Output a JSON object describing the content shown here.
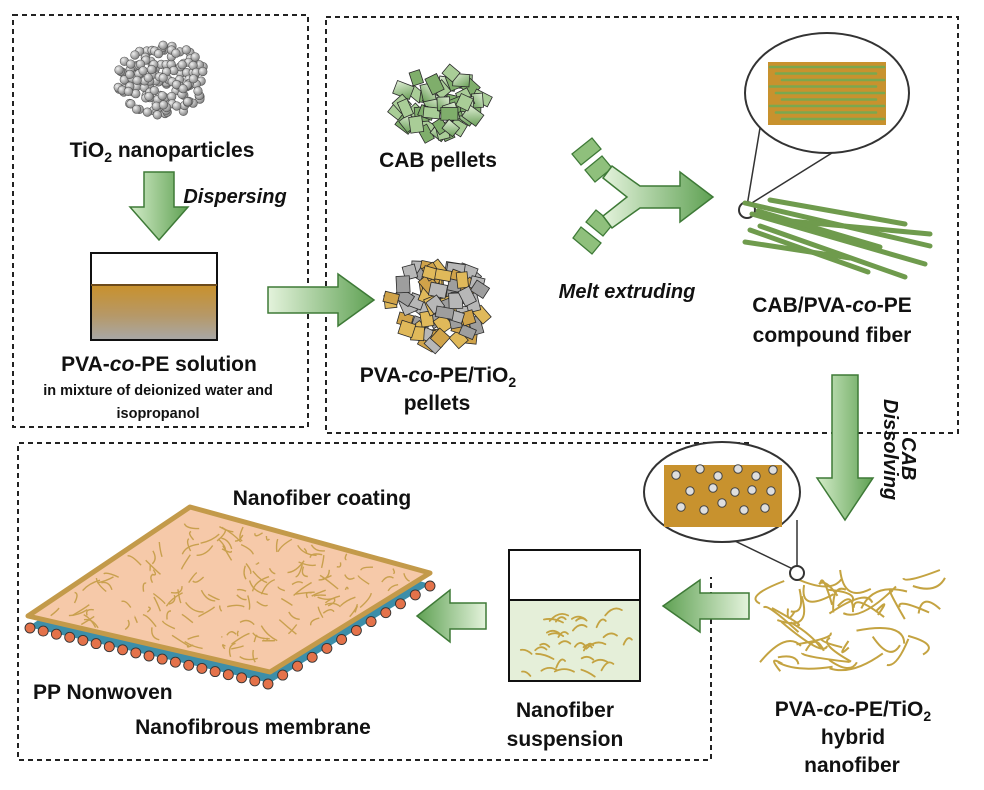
{
  "colors": {
    "arrow_light": "#d3ecc8",
    "arrow_dark": "#5fa153",
    "tio2_fill": "#b9b9b9",
    "gold": "#c8922e",
    "olive_fiber": "#c4a341",
    "green_fiber": "#6f9b4d",
    "coating_fill": "#f6c9a9",
    "membrane_edge": "#c39a4a",
    "pp_blue": "#3c8ea9",
    "particle_orange": "#e4724a",
    "suspension_fill": "#e5efd9"
  },
  "stage1": {
    "tio2_label_a": "TiO",
    "tio2_label_sub": "2",
    "tio2_label_b": " nanoparticles",
    "dispersing": "Dispersing",
    "solution_title_a": "PVA-",
    "solution_title_it": "co",
    "solution_title_b": "-PE solution",
    "solution_note_1": "in mixture of deionized water and",
    "solution_note_2": "isopropanol"
  },
  "stage2": {
    "cab_pellets": "CAB pellets",
    "hybrid_pellets_a": "PVA-",
    "hybrid_pellets_it": "co",
    "hybrid_pellets_b": "-PE/TiO",
    "hybrid_pellets_sub": "2",
    "hybrid_pellets_line2": "pellets",
    "melt_extruding": "Melt extruding",
    "compound_line1_a": "CAB/PVA-",
    "compound_line1_it": "co",
    "compound_line1_b": "-PE",
    "compound_line2": "compound fiber"
  },
  "stage3": {
    "dissolving": "Dissolving",
    "cab": "CAB",
    "hybrid_line1_a": "PVA-",
    "hybrid_line1_it": "co",
    "hybrid_line1_b": "-PE/TiO",
    "hybrid_line1_sub": "2",
    "hybrid_line2": "hybrid",
    "hybrid_line3": "nanofiber",
    "suspension_line1": "Nanofiber",
    "suspension_line2": "suspension",
    "nanofiber_coating": "Nanofiber coating",
    "pp_nonwoven": "PP Nonwoven",
    "membrane": "Nanofibrous membrane"
  }
}
